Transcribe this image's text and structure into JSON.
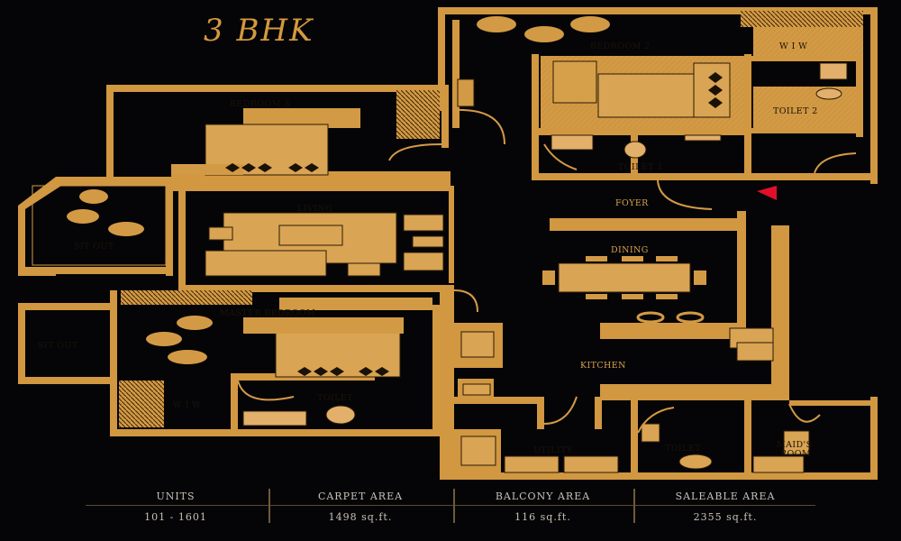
{
  "title": "3 BHK",
  "rooms": {
    "bedroom2": "BEDROOM 2",
    "wiw_top": "W I W",
    "toilet2": "TOILET 2",
    "bedroom3": "BEDROOM 3",
    "toilet1": "TOILET 1",
    "foyer": "FOYER",
    "living": "LIVING",
    "sitout1": "SIT OUT",
    "dining": "DINING",
    "master": "MASTER BEDROOM",
    "sitout2": "SIT OUT",
    "kitchen": "KITCHEN",
    "wiw_bottom": "W I W",
    "toilet_master": "TOILET",
    "utility": "UTILITY",
    "toilet_maid": "TOILET",
    "maids_room_1": "MAID'S",
    "maids_room_2": "ROOM"
  },
  "table": {
    "headers": [
      "UNITS",
      "CARPET AREA",
      "BALCONY AREA",
      "SALEABLE AREA"
    ],
    "values": [
      "101 - 1601",
      "1498  sq.ft.",
      "116  sq.ft.",
      "2355  sq.ft."
    ]
  },
  "colors": {
    "background": "#050508",
    "floor": "#d39a45",
    "wall": "#b97f2e",
    "entry_marker": "#e0102a"
  }
}
